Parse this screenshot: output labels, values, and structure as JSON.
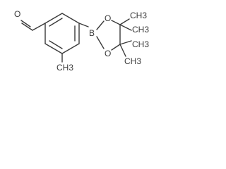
{
  "molecule": {
    "atom_labels": {
      "aldehyde_oxygen": "O",
      "methyl": "CH3",
      "boron": "B",
      "ring_oxygen_top": "O",
      "ring_oxygen_bottom": "O",
      "gem_methyl_1": "CH3",
      "gem_methyl_2": "CH3",
      "gem_methyl_3": "CH3",
      "gem_methyl_4": "CH3"
    }
  }
}
